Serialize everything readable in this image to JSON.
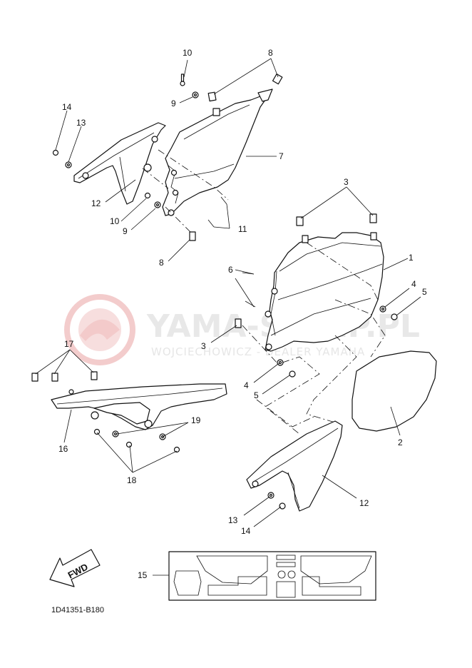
{
  "watermark": {
    "brand": "YAMA-SKLEP.PL",
    "tagline": "WOJCIECHOWICZ - DEALER YAMAHA"
  },
  "diagram_code": "1D41351-B180",
  "fwd_label": "FWD",
  "callouts": {
    "c10a": "10",
    "c8a": "8",
    "c9a": "9",
    "c14a": "14",
    "c13a": "13",
    "c7": "7",
    "c12a": "12",
    "c10b": "10",
    "c9b": "9",
    "c11": "11",
    "c8b": "8",
    "c3a": "3",
    "c1": "1",
    "c6": "6",
    "c4a": "4",
    "c5a": "5",
    "c3b": "3",
    "c4b": "4",
    "c5b": "5",
    "c2": "2",
    "c17": "17",
    "c19": "19",
    "c16": "16",
    "c18": "18",
    "c12b": "12",
    "c13b": "13",
    "c14b": "14",
    "c15": "15"
  }
}
